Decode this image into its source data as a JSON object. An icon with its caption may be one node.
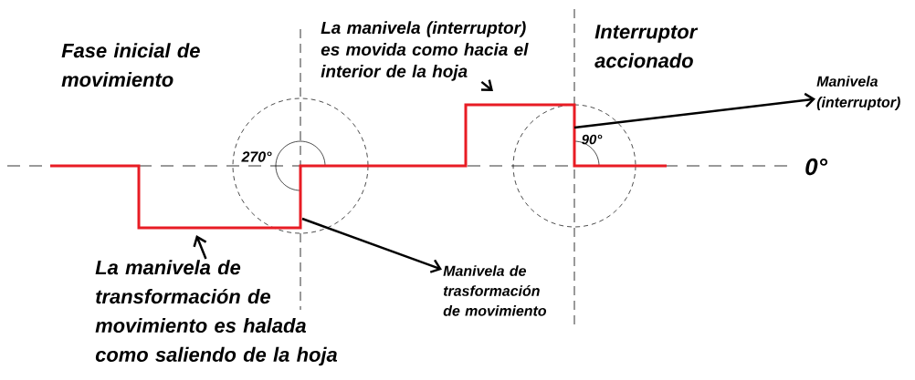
{
  "diagram": {
    "nodes": [
      {
        "text": [
          "La manivela (interruptor) es movida como hacia el interior de la hoja"
        ]
      },
      {
        "text": [
          "Manivela (interruptor)"
        ]
      },
      {
        "text": [
          "Manivela de trasformación de movimiento"
        ]
      },
      {
        "text": [
          "La manivela de transformación de movimiento es halada como saliendo de la hoja"
        ]
      }
    ],
    "edges": [
      {
        "from": 0,
        "to": null,
        "arrow": "to"
      },
      {
        "from": null,
        "to": 1,
        "arrow": "to"
      },
      {
        "from": null,
        "to": 2,
        "arrow": "to"
      },
      {
        "from": 3,
        "to": null,
        "arrow": "to"
      }
    ],
    "labels": [
      "Fase inicial de movimiento",
      "Interruptor accionado",
      "270°",
      "90°",
      "0°"
    ]
  }
}
